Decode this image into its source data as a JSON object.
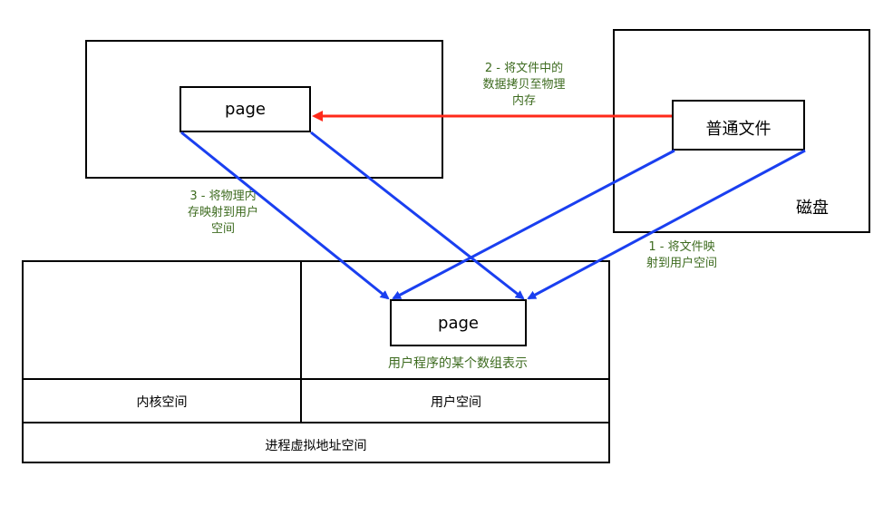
{
  "physical_memory": {
    "page_label": "page"
  },
  "disk": {
    "label": "磁盘",
    "file_label": "普通文件"
  },
  "process_space": {
    "page_label": "page",
    "array_caption": "用户程序的某个数组表示",
    "kernel_label": "内核空间",
    "user_label": "用户空间",
    "virtual_label": "进程虚拟地址空间"
  },
  "steps": {
    "step1": [
      "1 - 将文件映",
      "射到用户空间"
    ],
    "step2": [
      "2 - 将文件中的",
      "数据拷贝至物理",
      "内存"
    ],
    "step3": [
      "3 - 将物理内",
      "存映射到用户",
      "空间"
    ]
  },
  "colors": {
    "blue_arrow": "#1a3ff0",
    "red_arrow": "#ff2a1a",
    "annotation": "#3d6b1f"
  }
}
